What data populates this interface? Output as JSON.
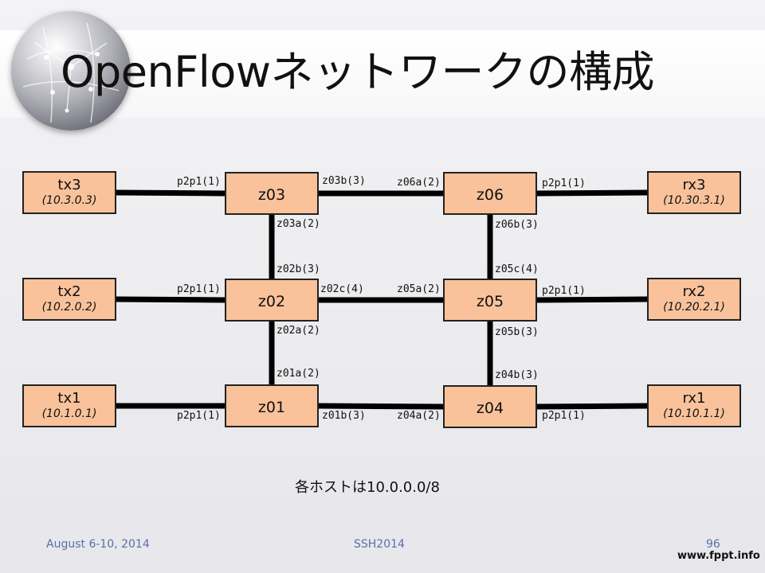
{
  "slide": {
    "title": "OpenFlowネットワークの構成",
    "note": "各ホストは10.0.0.0/8",
    "footer": {
      "date": "August 6-10, 2014",
      "event": "SSH2014",
      "page": "96"
    },
    "brand": "www.fppt.info"
  },
  "nodes": {
    "tx3": {
      "label": "tx3",
      "ip": "(10.3.0.3)"
    },
    "tx2": {
      "label": "tx2",
      "ip": "(10.2.0.2)"
    },
    "tx1": {
      "label": "tx1",
      "ip": "(10.1.0.1)"
    },
    "z03": {
      "label": "z03"
    },
    "z02": {
      "label": "z02"
    },
    "z01": {
      "label": "z01"
    },
    "z06": {
      "label": "z06"
    },
    "z05": {
      "label": "z05"
    },
    "z04": {
      "label": "z04"
    },
    "rx3": {
      "label": "rx3",
      "ip": "(10.30.3.1)"
    },
    "rx2": {
      "label": "rx2",
      "ip": "(10.20.2.1)"
    },
    "rx1": {
      "label": "rx1",
      "ip": "(10.10.1.1)"
    }
  },
  "links": [
    {
      "from": "tx3",
      "to": "z03",
      "port_from": "",
      "port_to": "p2p1(1)"
    },
    {
      "from": "tx2",
      "to": "z02",
      "port_from": "",
      "port_to": "p2p1(1)"
    },
    {
      "from": "tx1",
      "to": "z01",
      "port_from": "",
      "port_to": "p2p1(1)"
    },
    {
      "from": "z03",
      "to": "z06",
      "port_from": "z03b(3)",
      "port_to": "z06a(2)"
    },
    {
      "from": "z02",
      "to": "z05",
      "port_from": "z02c(4)",
      "port_to": "z05a(2)"
    },
    {
      "from": "z01",
      "to": "z04",
      "port_from": "z01b(3)",
      "port_to": "z04a(2)"
    },
    {
      "from": "z03",
      "to": "z02",
      "port_from": "z03a(2)",
      "port_to": "z02b(3)"
    },
    {
      "from": "z02",
      "to": "z01",
      "port_from": "z02a(2)",
      "port_to": "z01a(2)"
    },
    {
      "from": "z06",
      "to": "z05",
      "port_from": "z06b(3)",
      "port_to": "z05c(4)"
    },
    {
      "from": "z05",
      "to": "z04",
      "port_from": "z05b(3)",
      "port_to": "z04b(3)"
    },
    {
      "from": "z06",
      "to": "rx3",
      "port_from": "p2p1(1)",
      "port_to": ""
    },
    {
      "from": "z05",
      "to": "rx2",
      "port_from": "p2p1(1)",
      "port_to": ""
    },
    {
      "from": "z04",
      "to": "rx1",
      "port_from": "p2p1(1)",
      "port_to": ""
    }
  ],
  "colors": {
    "node_fill": "#f9c29a",
    "node_border": "#222222",
    "link": "#000000",
    "footer_text": "#5a6fa8"
  },
  "icons": {
    "logo": "globe-network-icon"
  }
}
